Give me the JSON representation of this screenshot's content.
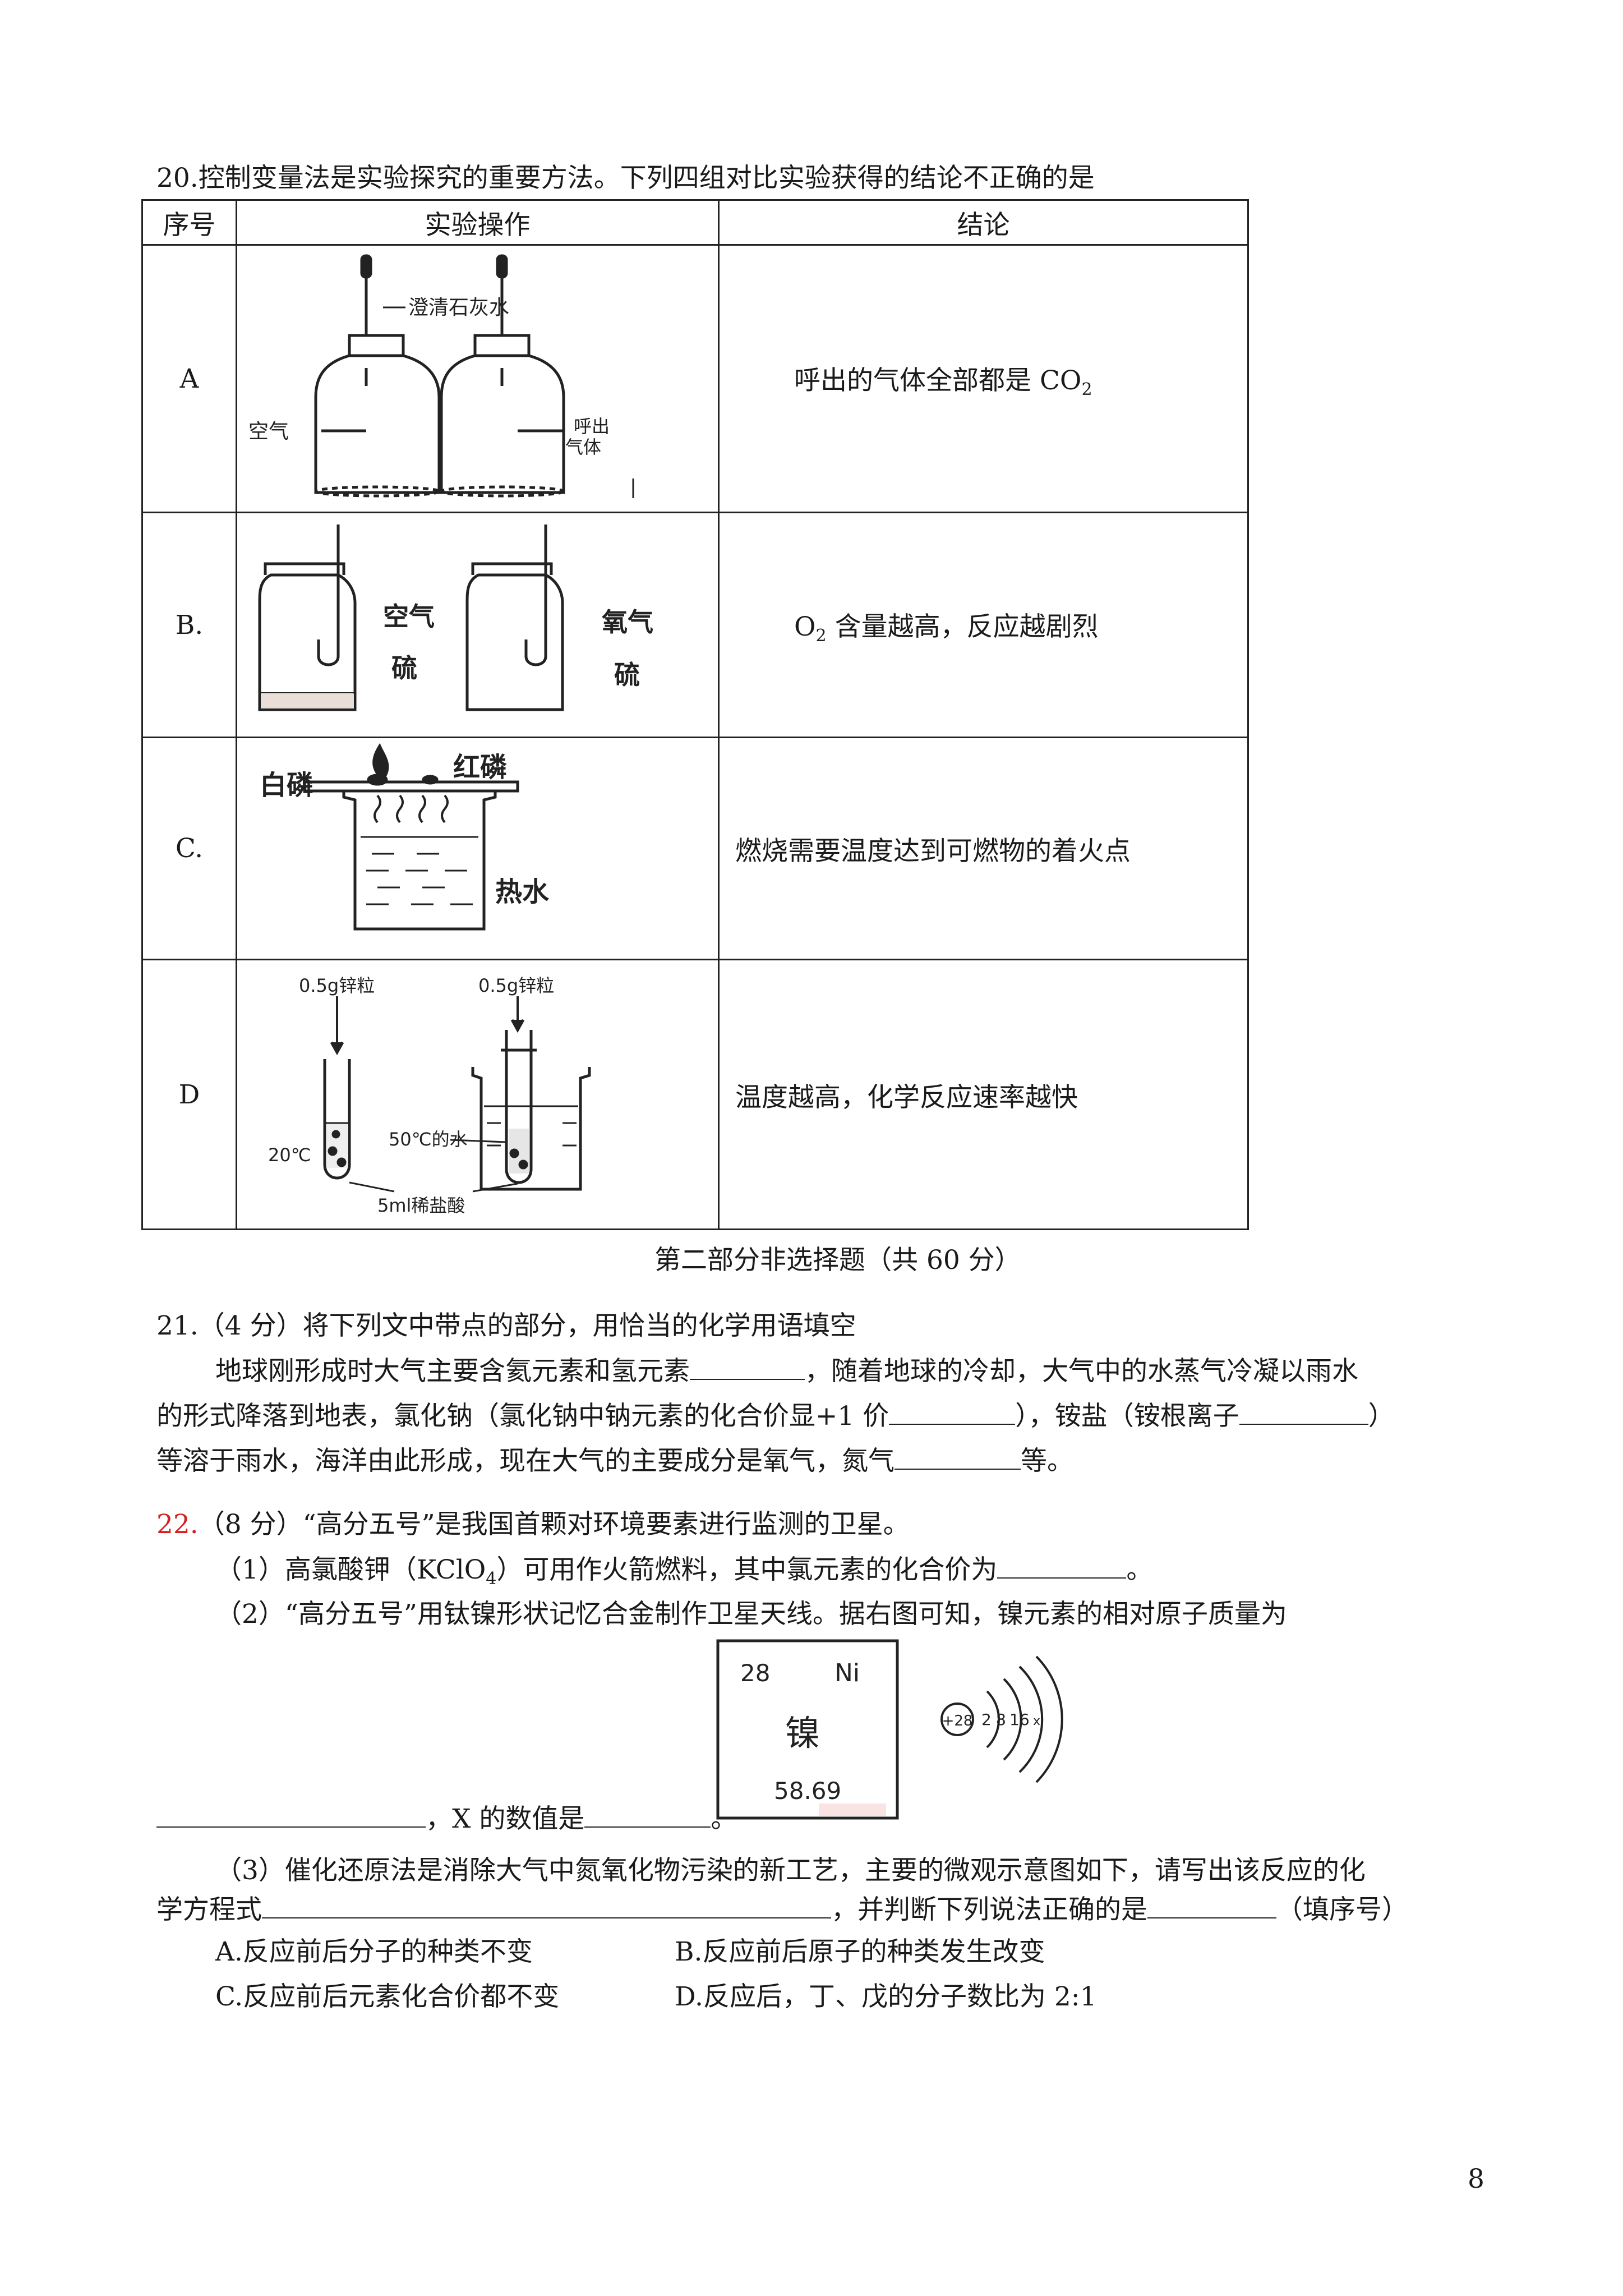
{
  "q20": {
    "title": "20.控制变量法是实验探究的重要方法。下列四组对比实验获得的结论不正确的是",
    "headers": [
      "序号",
      "实验操作",
      "结论"
    ],
    "rows": [
      {
        "id": "A",
        "conclusion_prefix": "呼出的气体全部都是 CO",
        "conclusion_sub": "2",
        "conclusion_suffix": "",
        "labels": {
          "reagent": "澄清石灰水",
          "left_gas": "空气",
          "right_gas_1": "呼出",
          "right_gas_2": "气体"
        }
      },
      {
        "id": "B.",
        "conclusion_prefix": "O",
        "conclusion_sub": "2",
        "conclusion_suffix": " 含量越高，反应越剧烈",
        "labels": {
          "left_gas": "空气",
          "right_gas": "氧气",
          "solid": "硫"
        }
      },
      {
        "id": "C.",
        "conclusion_prefix": "燃烧需要温度达到可燃物的着火点",
        "conclusion_sub": "",
        "conclusion_suffix": "",
        "labels": {
          "white_p": "白磷",
          "red_p": "红磷",
          "water": "热水"
        }
      },
      {
        "id": "D",
        "conclusion_prefix": "温度越高，化学反应速率越快",
        "conclusion_sub": "",
        "conclusion_suffix": "",
        "labels": {
          "zinc": "0.5g锌粒",
          "temp": "20℃",
          "hot_water": "50℃的水",
          "acid": "5ml稀盐酸"
        }
      }
    ]
  },
  "part2_title": "第二部分非选择题（共 60 分）",
  "q21": {
    "head": "21.（4 分）将下列文中带点的部分，用恰当的化学用语填空",
    "p1a": "地球刚形成时大气主要含氦元素和氢元素",
    "p1b": "，随着地球的冷却，大气中的水蒸气冷凝以雨水",
    "p2a": "的形式降落到地表，氯化钠（氯化钠中钠元素的化合价显+1 价",
    "p2b": "），铵盐（铵根离子",
    "p2c": "）",
    "p3a": "等溶于雨水，海洋由此形成，现在大气的主要成分是氧气，氮气",
    "p3b": "等。"
  },
  "q22": {
    "num": "22.",
    "head": "（8 分）“高分五号”是我国首颗对环境要素进行监测的卫星。",
    "s1a": "（1）高氯酸钾（KClO",
    "s1sub": "4",
    "s1b": "）可用作火箭燃料，其中氯元素的化合价为",
    "s1c": "。",
    "s2": "（2）“高分五号”用钛镍形状记忆合金制作卫星天线。据右图可知，镍元素的相对原子质量为",
    "s2b": "，X 的数值是",
    "s2c": "。",
    "element": {
      "number": "28",
      "symbol": "Ni",
      "name": "镍",
      "mass": "58.69",
      "nucleus": "+28",
      "shells": [
        "2",
        "8",
        "16",
        "x"
      ]
    },
    "s3a": "（3）催化还原法是消除大气中氮氧化物污染的新工艺，主要的微观示意图如下，请写出该反应的化",
    "s3b": "学方程式",
    "s3c": "，并判断下列说法正确的是",
    "s3d": "（填序号）",
    "options": [
      "A.反应前后分子的种类不变",
      "B.反应前后原子的种类发生改变",
      "C.反应前后元素化合价都不变",
      "D.反应后，丁、戊的分子数比为 2:1"
    ]
  },
  "page_number": "8",
  "colors": {
    "accent_red": "#d42020"
  }
}
